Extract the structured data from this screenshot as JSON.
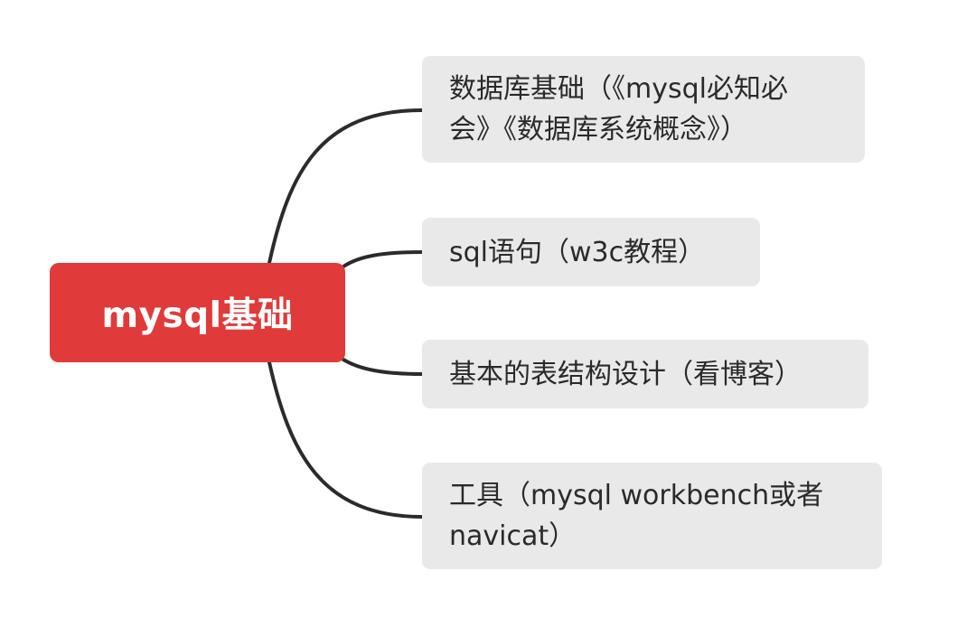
{
  "colors": {
    "root_fill": "#e03b3a",
    "child_fill": "#e9e9e9",
    "line": "#2b2b2b",
    "text": "#2a2a2a"
  },
  "root": {
    "label": "mysql基础"
  },
  "branches": [
    {
      "lines": [
        "数据库基础（《mysql必知必",
        "会》《数据库系统概念》）"
      ]
    },
    {
      "lines": [
        "sql语句（w3c教程）"
      ]
    },
    {
      "lines": [
        "基本的表结构设计（看博客）"
      ]
    },
    {
      "lines": [
        "工具（mysql workbench或者",
        "navicat）"
      ]
    }
  ]
}
